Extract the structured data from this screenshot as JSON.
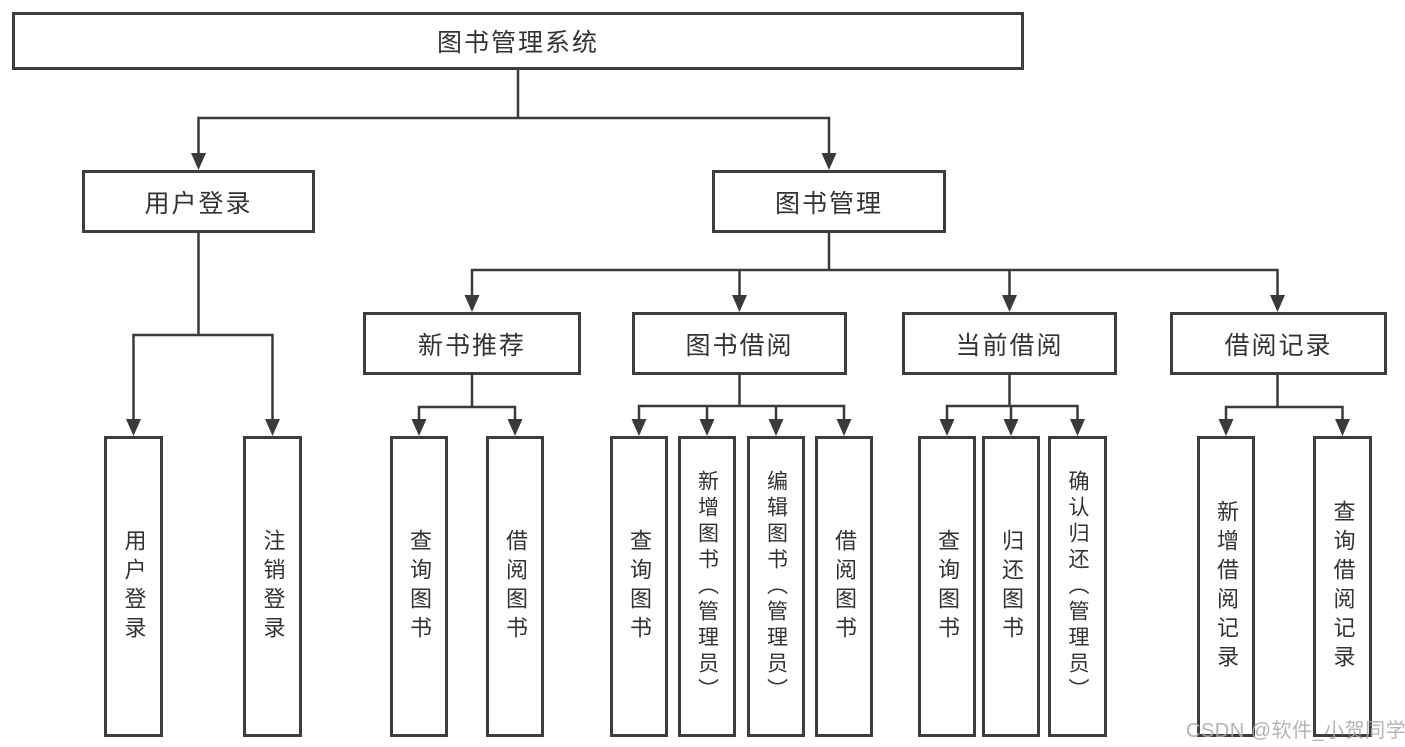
{
  "tree": {
    "label": "图书管理系统",
    "children": [
      {
        "label": "用户登录",
        "children": [
          {
            "label": "用户登录"
          },
          {
            "label": "注销登录"
          }
        ]
      },
      {
        "label": "图书管理",
        "children": [
          {
            "label": "新书推荐",
            "children": [
              {
                "label": "查询图书"
              },
              {
                "label": "借阅图书"
              }
            ]
          },
          {
            "label": "图书借阅",
            "children": [
              {
                "label": "查询图书"
              },
              {
                "label": "新增图书（管理员）"
              },
              {
                "label": "编辑图书（管理员）"
              },
              {
                "label": "借阅图书"
              }
            ]
          },
          {
            "label": "当前借阅",
            "children": [
              {
                "label": "查询图书"
              },
              {
                "label": "归还图书"
              },
              {
                "label": "确认归还（管理员）"
              }
            ]
          },
          {
            "label": "借阅记录",
            "children": [
              {
                "label": "新增借阅记录"
              },
              {
                "label": "查询借阅记录"
              }
            ]
          }
        ]
      }
    ]
  },
  "watermark": "CSDN @软件_小贺同学",
  "colors": {
    "background": "#ffffff",
    "box_border": "#3d3d3d",
    "connector_line": "#3a3a3a",
    "text": "#333333",
    "watermark_text": "#acacac"
  }
}
